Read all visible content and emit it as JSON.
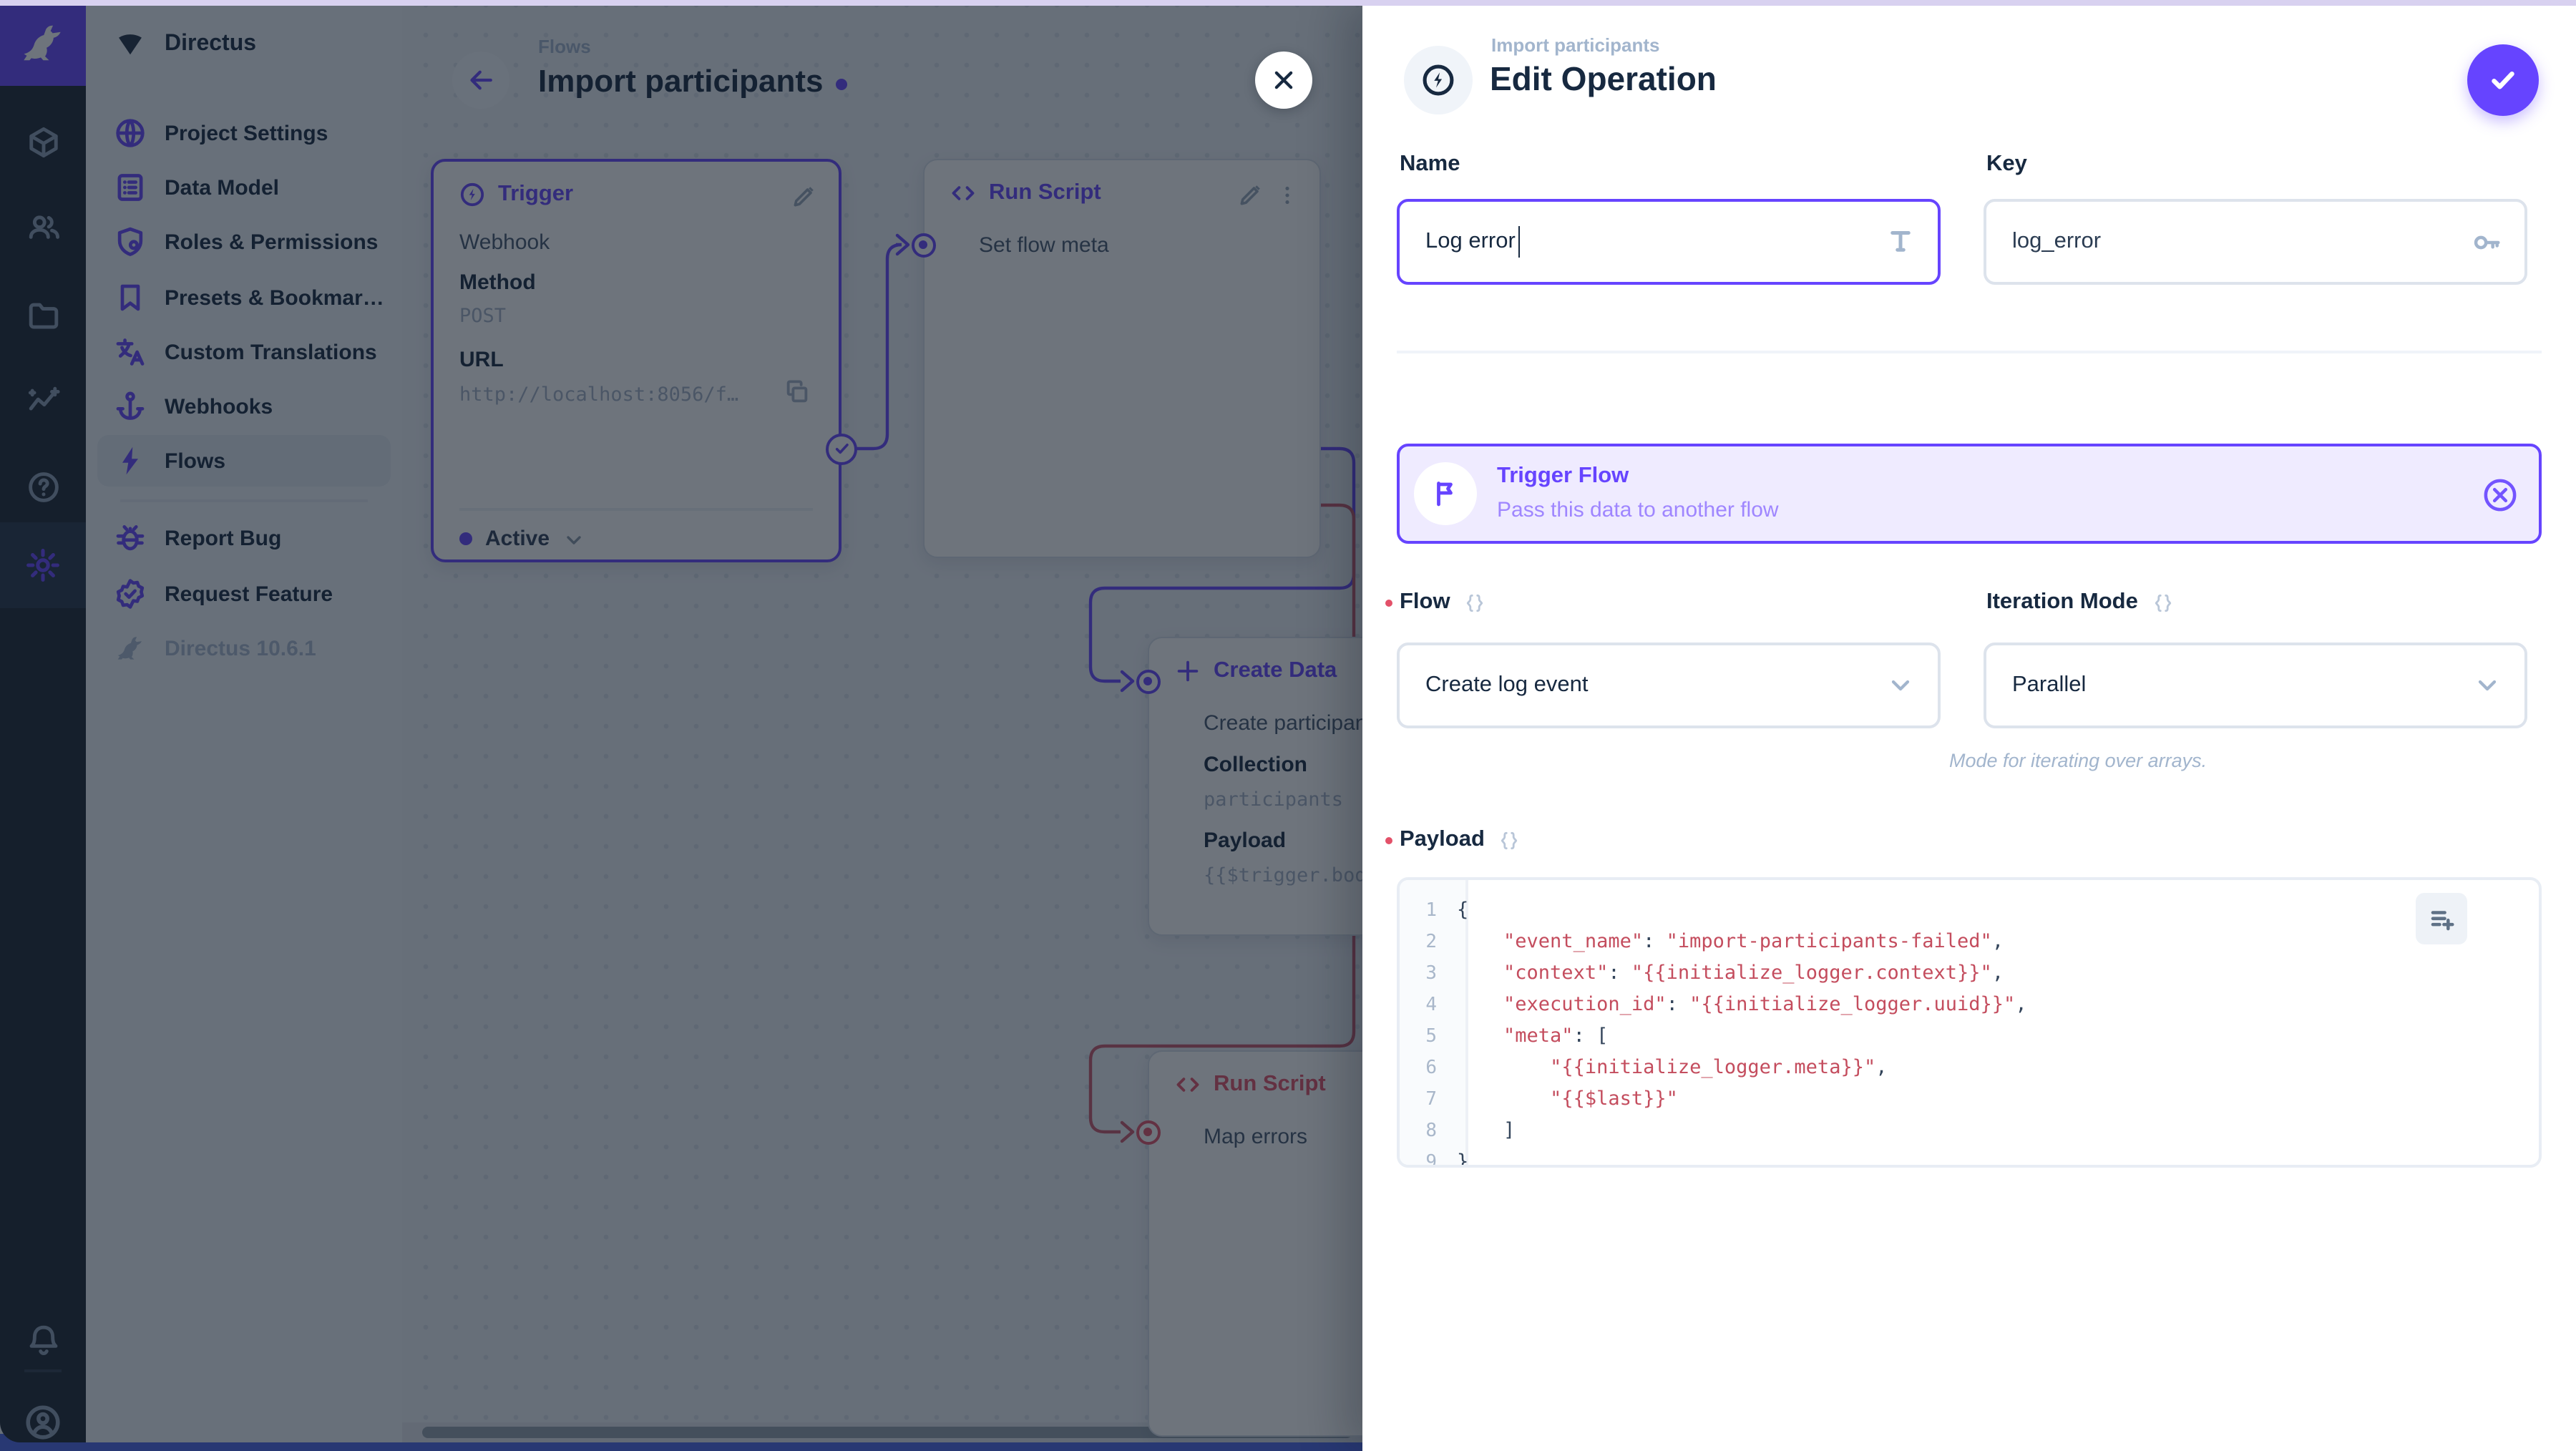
{
  "app": {
    "accent": "#6644ff",
    "danger": "#e35169"
  },
  "sidebar": {
    "project_name": "Directus",
    "items": [
      {
        "label": "Project Settings",
        "icon": "globe-icon"
      },
      {
        "label": "Data Model",
        "icon": "data-model-icon"
      },
      {
        "label": "Roles & Permissions",
        "icon": "shield-icon"
      },
      {
        "label": "Presets & Bookmar…",
        "icon": "bookmark-icon"
      },
      {
        "label": "Custom Translations",
        "icon": "translate-icon"
      },
      {
        "label": "Webhooks",
        "icon": "anchor-icon"
      },
      {
        "label": "Flows",
        "icon": "bolt-icon",
        "active": true
      }
    ],
    "footer_items": [
      {
        "label": "Report Bug",
        "icon": "bug-icon"
      },
      {
        "label": "Request Feature",
        "icon": "badge-check-icon"
      }
    ],
    "version": "Directus 10.6.1"
  },
  "canvas": {
    "breadcrumb": "Flows",
    "title": "Import participants",
    "trigger": {
      "title": "Trigger",
      "type": "Webhook",
      "method_label": "Method",
      "method_value": "POST",
      "url_label": "URL",
      "url_value": "http://localhost:8056/f…",
      "status": "Active"
    },
    "run_script": {
      "title": "Run Script",
      "subtitle": "Set flow meta"
    },
    "create_data": {
      "title": "Create Data",
      "subtitle": "Create participan",
      "collection_label": "Collection",
      "collection_value": "participants",
      "payload_label": "Payload",
      "payload_value": "{{$trigger.bod"
    },
    "map_errors": {
      "title": "Run Script",
      "subtitle": "Map errors"
    }
  },
  "drawer": {
    "breadcrumb": "Import participants",
    "title": "Edit Operation",
    "name": {
      "label": "Name",
      "value": "Log error"
    },
    "key": {
      "label": "Key",
      "value": "log_error"
    },
    "banner": {
      "title": "Trigger Flow",
      "subtitle": "Pass this data to another flow"
    },
    "flow": {
      "label": "Flow",
      "value": "Create log event"
    },
    "iteration": {
      "label": "Iteration Mode",
      "value": "Parallel",
      "note": "Mode for iterating over arrays."
    },
    "payload": {
      "label": "Payload"
    },
    "code": {
      "lines": [
        [
          {
            "t": "{",
            "c": "p"
          }
        ],
        [
          {
            "t": "    ",
            "c": "p"
          },
          {
            "t": "\"event_name\"",
            "c": "s"
          },
          {
            "t": ": ",
            "c": "p"
          },
          {
            "t": "\"import-participants-failed\"",
            "c": "s"
          },
          {
            "t": ",",
            "c": "p"
          }
        ],
        [
          {
            "t": "    ",
            "c": "p"
          },
          {
            "t": "\"context\"",
            "c": "s"
          },
          {
            "t": ": ",
            "c": "p"
          },
          {
            "t": "\"{{initialize_logger.context}}\"",
            "c": "s"
          },
          {
            "t": ",",
            "c": "p"
          }
        ],
        [
          {
            "t": "    ",
            "c": "p"
          },
          {
            "t": "\"execution_id\"",
            "c": "s"
          },
          {
            "t": ": ",
            "c": "p"
          },
          {
            "t": "\"{{initialize_logger.uuid}}\"",
            "c": "s"
          },
          {
            "t": ",",
            "c": "p"
          }
        ],
        [
          {
            "t": "    ",
            "c": "p"
          },
          {
            "t": "\"meta\"",
            "c": "s"
          },
          {
            "t": ": [",
            "c": "p"
          }
        ],
        [
          {
            "t": "        ",
            "c": "p"
          },
          {
            "t": "\"{{initialize_logger.meta}}\"",
            "c": "s"
          },
          {
            "t": ",",
            "c": "p"
          }
        ],
        [
          {
            "t": "        ",
            "c": "p"
          },
          {
            "t": "\"{{$last}}\"",
            "c": "s"
          }
        ],
        [
          {
            "t": "    ]",
            "c": "p"
          }
        ],
        [
          {
            "t": "}",
            "c": "p"
          }
        ]
      ]
    }
  }
}
